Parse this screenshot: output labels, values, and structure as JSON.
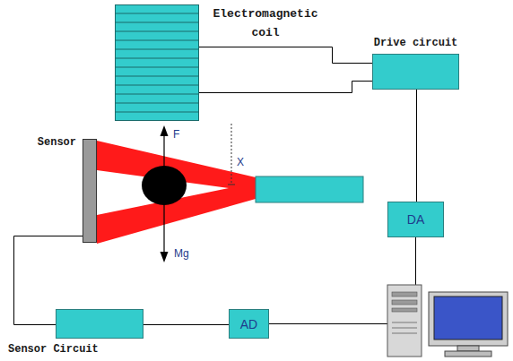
{
  "diagram": {
    "nodes": [
      {
        "text": [
          "Electromagnetic coil"
        ]
      },
      {
        "text": [
          "Drive circuit"
        ]
      },
      {
        "text": [
          "Sensor"
        ]
      },
      {
        "text": [
          "DA"
        ]
      },
      {
        "text": [
          "Sensor Circuit"
        ]
      },
      {
        "text": [
          "AD"
        ]
      }
    ],
    "edges": [
      {
        "from": 0,
        "to": 1,
        "arrow": "none"
      },
      {
        "from": 0,
        "to": 1,
        "arrow": "none"
      },
      {
        "from": 1,
        "to": 3,
        "arrow": "none"
      },
      {
        "from": 2,
        "to": 4,
        "arrow": "none"
      },
      {
        "from": 4,
        "to": 5,
        "arrow": "none"
      }
    ],
    "labels": [
      "F",
      "Mg",
      "X"
    ]
  }
}
